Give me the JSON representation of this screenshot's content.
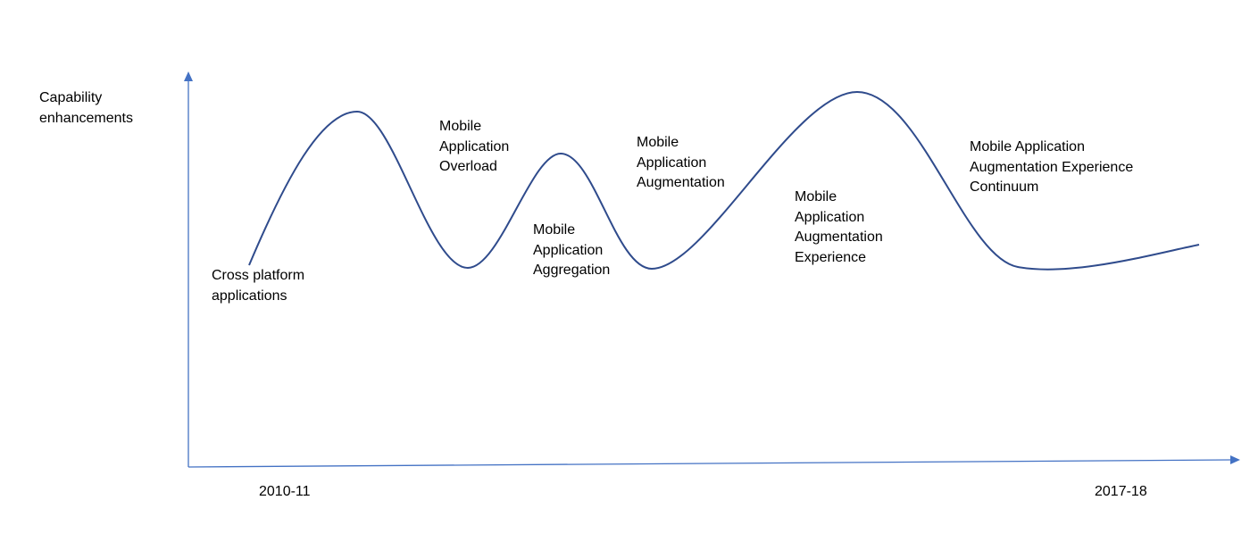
{
  "y_axis_label": "Capability\nenhancements",
  "x_axis": {
    "start_label": "2010-11",
    "end_label": "2017-18"
  },
  "phases": [
    "Cross platform\napplications",
    "Mobile\nApplication\nOverload",
    "Mobile\nApplication\nAggregation",
    "Mobile\nApplication\nAugmentation",
    "Mobile\nApplication\nAugmentation\nExperience",
    "Mobile Application\nAugmentation Experience\nContinuum"
  ],
  "colors": {
    "axis": "#4472C4",
    "curve": "#2F4B8C"
  }
}
